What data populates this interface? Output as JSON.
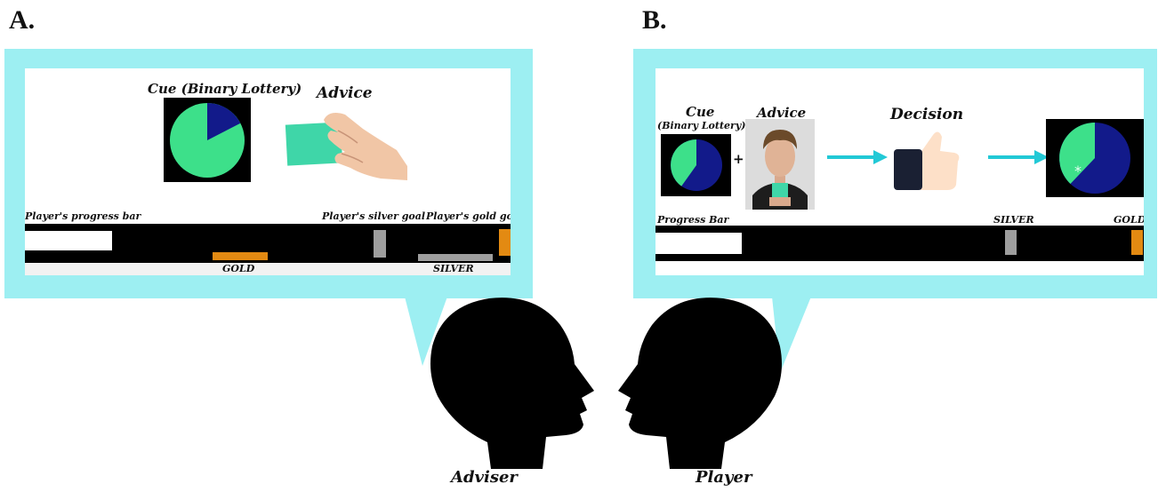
{
  "panels": {
    "a": {
      "letter": "A.",
      "cue_label": "Cue (Binary Lottery)",
      "advice_label": "Advice",
      "progress_label": "Player's progress bar",
      "silver_goal_label": "Player's silver goal",
      "gold_goal_label": "Player's gold goal",
      "gold_text": "GOLD",
      "silver_text": "SILVER"
    },
    "b": {
      "letter": "B.",
      "cue_label_line1": "Cue",
      "cue_label_line2": "(Binary Lottery)",
      "plus": "+",
      "advice_label": "Advice",
      "decision_label": "Decision",
      "progress_label": "Progress Bar",
      "silver_text": "SILVER",
      "gold_text": "GOLD"
    }
  },
  "people": {
    "adviser": "Adviser",
    "player": "Player"
  },
  "colors": {
    "frame": "#9deff2",
    "pie_green": "#3de08a",
    "pie_blue": "#121a8a",
    "card_teal": "#3fd6a8",
    "gold": "#e38a12",
    "silver": "#9e9e9e",
    "arrow": "#22c9d6"
  }
}
